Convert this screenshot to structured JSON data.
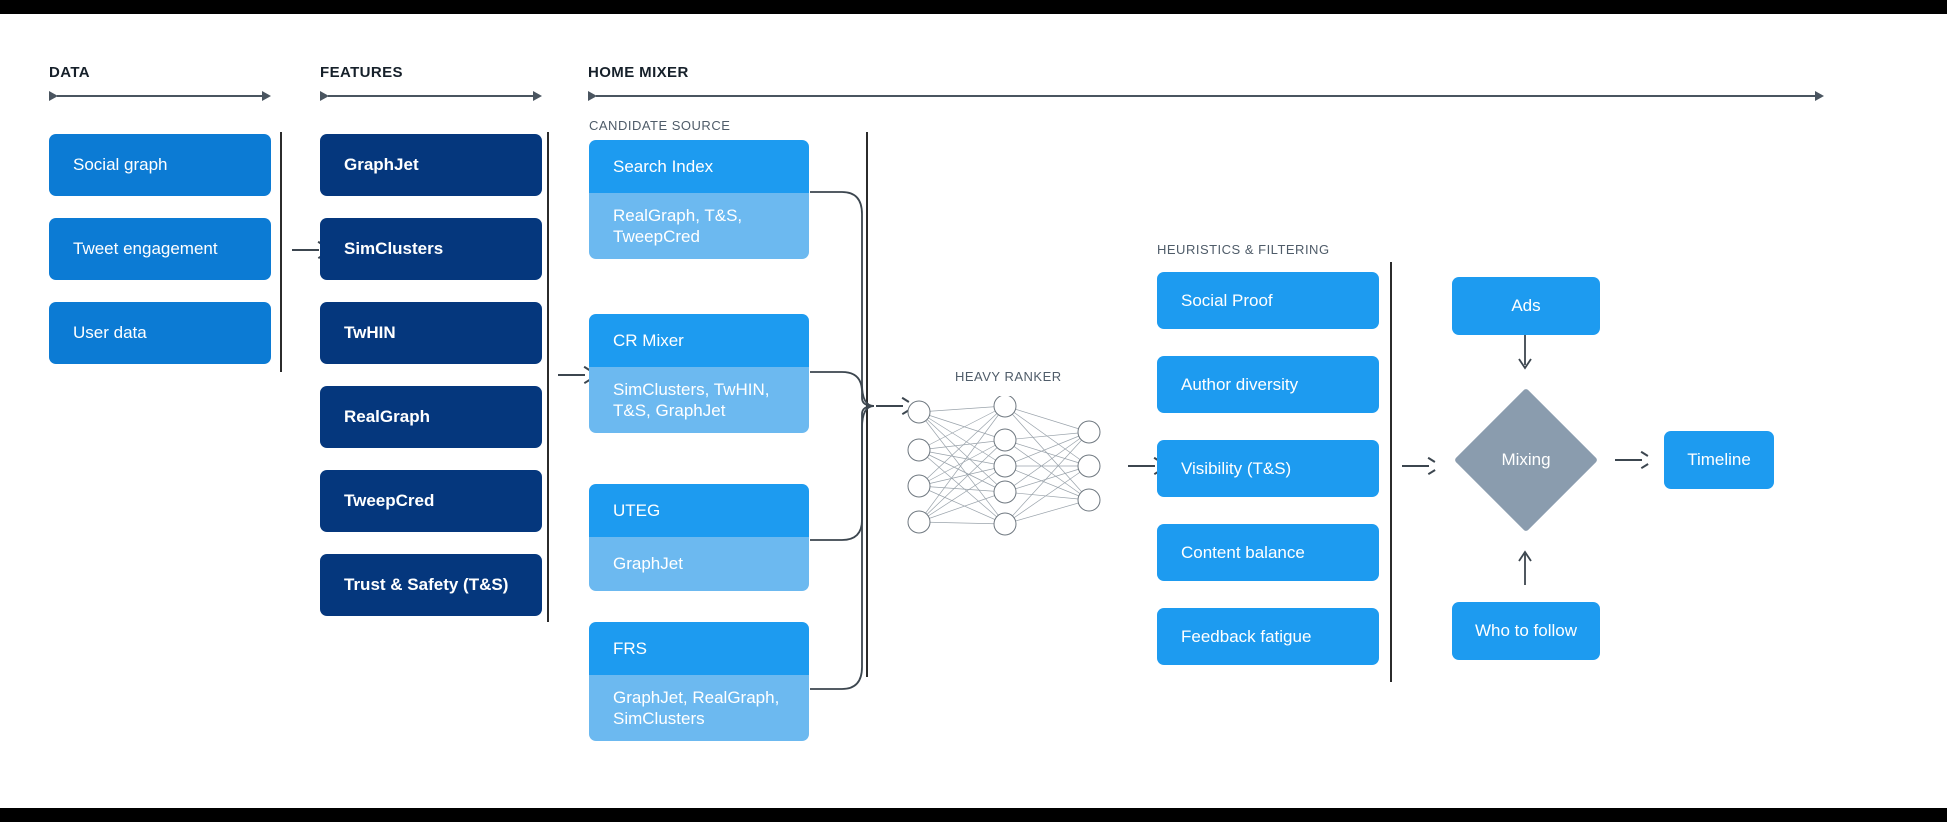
{
  "sections": {
    "data": "DATA",
    "features": "FEATURES",
    "home_mixer": "HOME MIXER",
    "candidate_source": "CANDIDATE SOURCE",
    "heavy_ranker": "HEAVY RANKER",
    "heuristics": "HEURISTICS & FILTERING"
  },
  "colors": {
    "data_card": "#0c7bd4",
    "feature_card": "#05377d",
    "source_head": "#1d9bf0",
    "source_body": "#6cb9f0",
    "heuristic_card": "#1d9bf0",
    "mixing_diamond": "#8a9cae",
    "rule": "#4a5560",
    "separator": "#2b2b2b",
    "background": "#ffffff"
  },
  "data_cards": [
    {
      "label": "Social graph"
    },
    {
      "label": "Tweet engagement"
    },
    {
      "label": "User data"
    }
  ],
  "feature_cards": [
    {
      "label": "GraphJet"
    },
    {
      "label": "SimClusters"
    },
    {
      "label": "TwHIN"
    },
    {
      "label": "RealGraph"
    },
    {
      "label": "TweepCred"
    },
    {
      "label": "Trust & Safety (T&S)"
    }
  ],
  "candidate_sources": [
    {
      "title": "Search Index",
      "features": "RealGraph, T&S, TweepCred"
    },
    {
      "title": "CR Mixer",
      "features": "SimClusters, TwHIN, T&S, GraphJet"
    },
    {
      "title": "UTEG",
      "features": "GraphJet"
    },
    {
      "title": "FRS",
      "features": "GraphJet, RealGraph, SimClusters"
    }
  ],
  "heavy_ranker": {
    "label": "HEAVY RANKER",
    "layers": [
      4,
      5,
      3
    ]
  },
  "heuristic_cards": [
    {
      "label": "Social Proof"
    },
    {
      "label": "Author diversity"
    },
    {
      "label": "Visibility (T&S)"
    },
    {
      "label": "Content balance"
    },
    {
      "label": "Feedback fatigue"
    }
  ],
  "output_stage": {
    "ads": "Ads",
    "mixing": "Mixing",
    "timeline": "Timeline",
    "who_to_follow": "Who to follow"
  }
}
